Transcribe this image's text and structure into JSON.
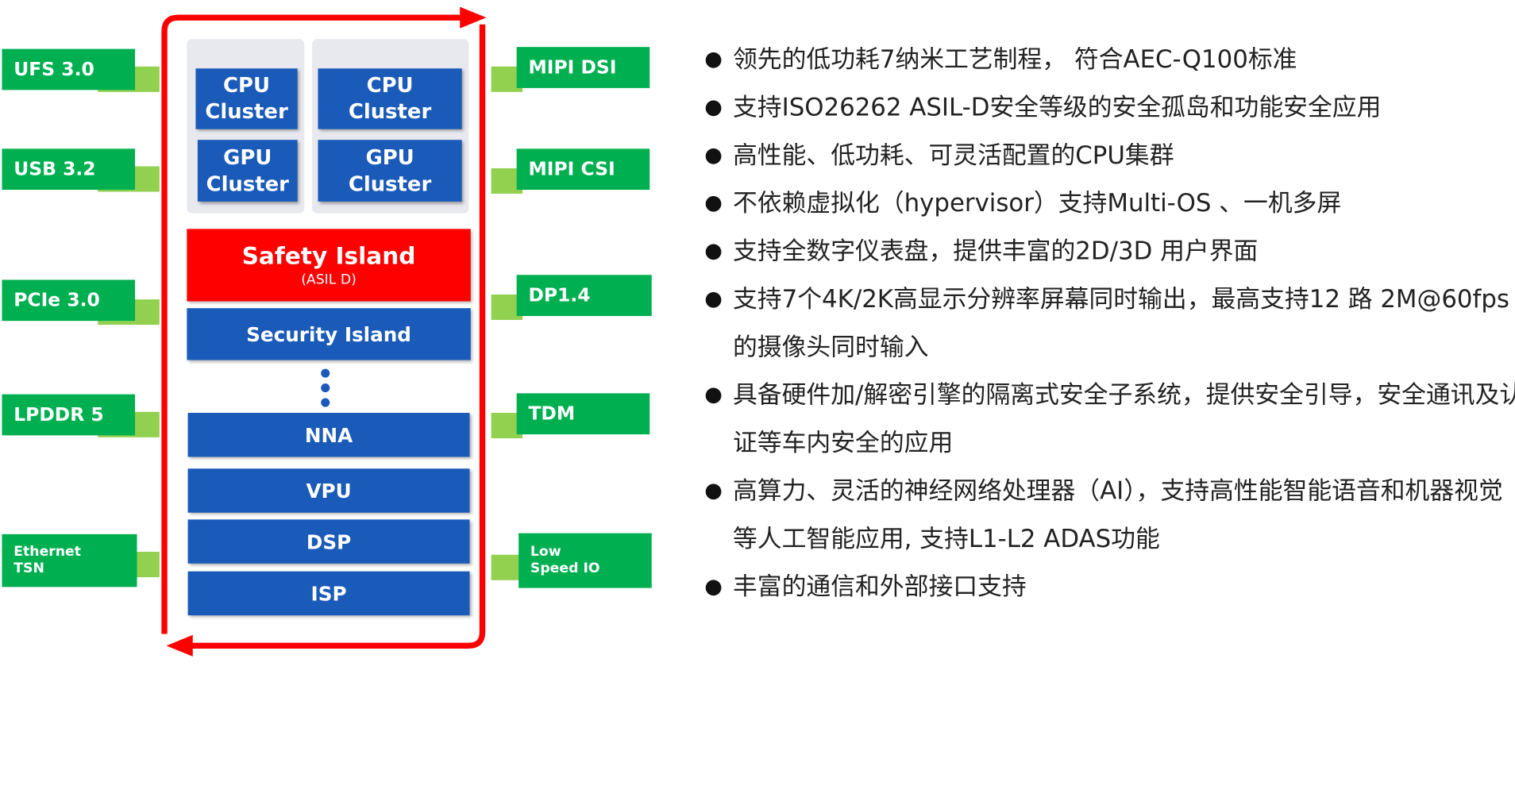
{
  "interfaces_left": [
    {
      "id": "ufs",
      "label": "UFS 3.0"
    },
    {
      "id": "usb",
      "label": "USB 3.2"
    },
    {
      "id": "pcie",
      "label": "PCIe 3.0"
    },
    {
      "id": "lpddr",
      "label": "LPDDR 5"
    },
    {
      "id": "ethernet",
      "label_line1": "Ethernet",
      "label_line2": "TSN"
    }
  ],
  "interfaces_right": [
    {
      "id": "mipi-dsi",
      "label": "MIPI DSI"
    },
    {
      "id": "mipi-csi",
      "label": "MIPI CSI"
    },
    {
      "id": "dp",
      "label": "DP1.4"
    },
    {
      "id": "tdm",
      "label": "TDM"
    },
    {
      "id": "low-speed",
      "label_line1": "Low",
      "label_line2": "Speed IO"
    }
  ],
  "clusters": {
    "cpu_left": {
      "line1": "CPU",
      "line2": "Cluster"
    },
    "cpu_right": {
      "line1": "CPU",
      "line2": "Cluster"
    },
    "gpu_left": {
      "line1": "GPU",
      "line2": "Cluster"
    },
    "gpu_right": {
      "line1": "GPU",
      "line2": "Cluster"
    }
  },
  "safety_island": {
    "title": "Safety Island",
    "subtitle": "(ASIL D)"
  },
  "blocks": {
    "security": "Security Island",
    "nna": "NNA",
    "vpu": "VPU",
    "dsp": "DSP",
    "isp": "ISP"
  },
  "colors": {
    "interface_box": "#00b050",
    "interface_stub": "#92d050",
    "block_blue": "#1a5ab8",
    "safety_red": "#ff0000",
    "panel_gray": "#e7e9ee"
  },
  "bullet_glyph": "●",
  "features": [
    "领先的低功耗7纳米工艺制程， 符合AEC-Q100标准",
    "支持ISO26262 ASIL-D安全等级的安全孤岛和功能安全应用",
    "高性能、低功耗、可灵活配置的CPU集群",
    "不依赖虚拟化（hypervisor）支持Multi-OS 、一机多屏",
    "支持全数字仪表盘，提供丰富的2D/3D 用户界面",
    "支持7个4K/2K高显示分辨率屏幕同时输出，最高支持12 路 2M@60fps的摄像头同时输入",
    "具备硬件加/解密引擎的隔离式安全子系统，提供安全引导，安全通讯及认证等车内安全的应用",
    "高算力、灵活的神经网络处理器（AI），支持高性能智能语音和机器视觉等人工智能应用, 支持L1-L2 ADAS功能",
    "丰富的通信和外部接口支持"
  ]
}
